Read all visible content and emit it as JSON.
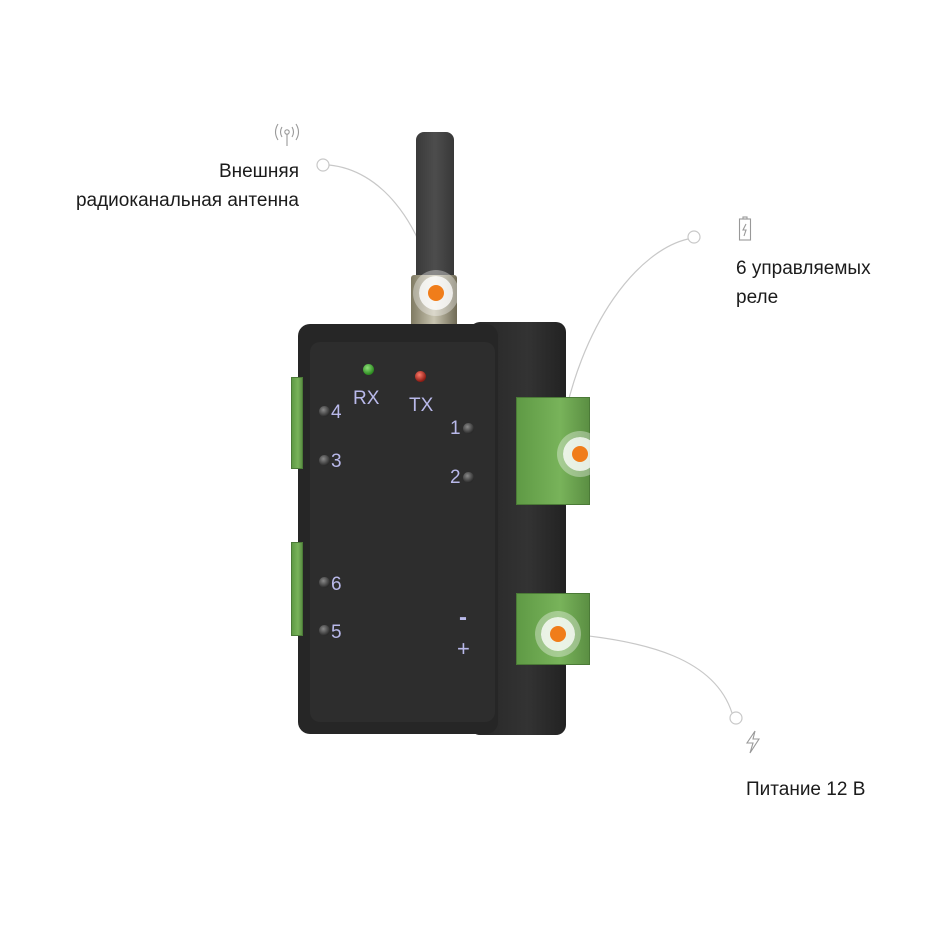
{
  "callouts": {
    "antenna": {
      "line1": "Внешняя",
      "line2": "радиоканальная антенна",
      "icon": "antenna-signal-icon"
    },
    "relays": {
      "line1": "6 управляемых",
      "line2": "реле",
      "icon": "battery-charge-icon"
    },
    "power": {
      "text": "Питание 12 В",
      "icon": "lightning-icon"
    }
  },
  "device": {
    "rx": "RX",
    "tx": "TX",
    "channels": [
      "1",
      "2",
      "3",
      "4",
      "5",
      "6"
    ],
    "minus": "-",
    "plus": "+"
  },
  "colors": {
    "accent": "#f07d1a",
    "body": "#2b2b2b",
    "terminal": "#6fa852",
    "label": "#b9b9ea"
  }
}
